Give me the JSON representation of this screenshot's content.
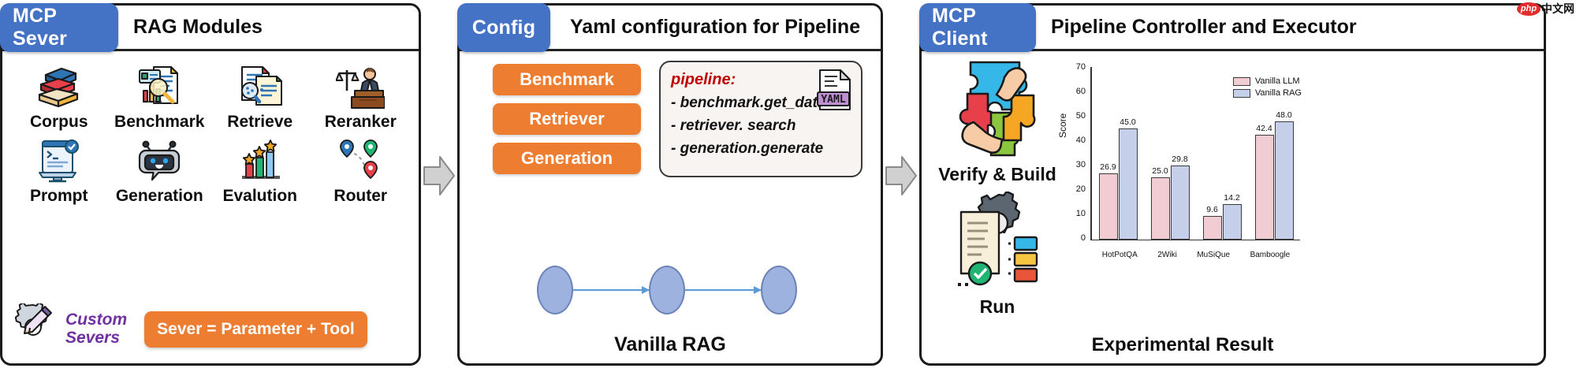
{
  "panels": [
    {
      "badge": "MCP Sever",
      "title": "RAG Modules",
      "modules": [
        {
          "label": "Corpus",
          "icon": "books-icon"
        },
        {
          "label": "Benchmark",
          "icon": "chart-magnifier-icon"
        },
        {
          "label": "Retrieve",
          "icon": "document-search-icon"
        },
        {
          "label": "Reranker",
          "icon": "judge-scales-icon"
        },
        {
          "label": "Prompt",
          "icon": "terminal-monitor-icon"
        },
        {
          "label": "Generation",
          "icon": "chatbot-icon"
        },
        {
          "label": "Evalution",
          "icon": "star-bars-icon"
        },
        {
          "label": "Router",
          "icon": "map-pins-icon"
        }
      ],
      "custom_label_line1": "Custom",
      "custom_label_line2": "Severs",
      "custom_icon": "gear-pencil-icon",
      "banner": "Sever = Parameter + Tool"
    },
    {
      "badge": "Config",
      "title": "Yaml configuration for Pipeline",
      "stage_buttons": [
        "Benchmark",
        "Retriever",
        "Generation"
      ],
      "yaml": {
        "title": "pipeline:",
        "lines": [
          "- benchmark.get_data",
          "- retriever. search",
          "- generation.generate"
        ],
        "file_icon_label": "YAML"
      },
      "flow_caption": "Vanilla RAG",
      "flow_nodes": 3
    },
    {
      "badge": "MCP Client",
      "title": "Pipeline Controller and Executor",
      "steps": [
        {
          "label": "Verify & Build",
          "icon": "puzzle-hands-icon"
        },
        {
          "label": "Run",
          "icon": "gear-document-icon"
        }
      ],
      "chart_caption": "Experimental Result"
    }
  ],
  "arrow_icon": "chevron-right-arrow-icon",
  "watermark": {
    "badge": "php",
    "text": "中文网"
  },
  "colors": {
    "badge_blue": "#4472C4",
    "orange": "#ED7D31",
    "purple": "#7030A0",
    "bar_llm": "#F2CCD3",
    "bar_rag": "#C5CFEA",
    "flow_blue": "#5B9BD5"
  },
  "chart_data": {
    "type": "bar",
    "title": "Experimental Result",
    "xlabel": "",
    "ylabel": "Score",
    "ylim": [
      0,
      70
    ],
    "yticks": [
      0,
      10,
      20,
      30,
      40,
      50,
      60,
      70
    ],
    "grid": false,
    "legend_position": "top-right",
    "categories": [
      "HotPotQA",
      "2Wiki",
      "MuSiQue",
      "Bamboogle"
    ],
    "series": [
      {
        "name": "Vanilla LLM",
        "color": "#F2CCD3",
        "values": [
          26.9,
          25.0,
          9.6,
          42.4
        ]
      },
      {
        "name": "Vanilla RAG",
        "color": "#C5CFEA",
        "values": [
          45.0,
          29.8,
          14.2,
          48.0
        ]
      }
    ]
  }
}
